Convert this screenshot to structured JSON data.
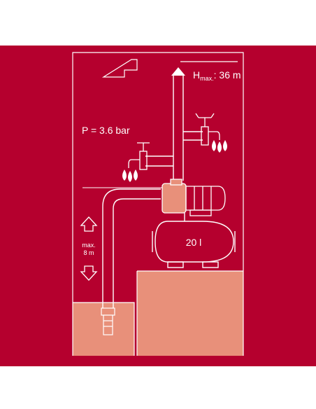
{
  "labels": {
    "pressure": "P = 3.6 bar",
    "hmax_prefix": "H",
    "hmax_sub": "max.",
    "hmax_value": ": 36 m",
    "depth_line1": "max.",
    "depth_line2": "8 m",
    "tank_volume": "20 l"
  },
  "colors": {
    "background": "#b5002e",
    "outline": "#ffffff",
    "ground": "#e8907a",
    "pump": "#e8907a"
  },
  "icons": [
    "arrow-up-icon",
    "arrow-down-icon",
    "water-drop-icon",
    "faucet-icon"
  ]
}
